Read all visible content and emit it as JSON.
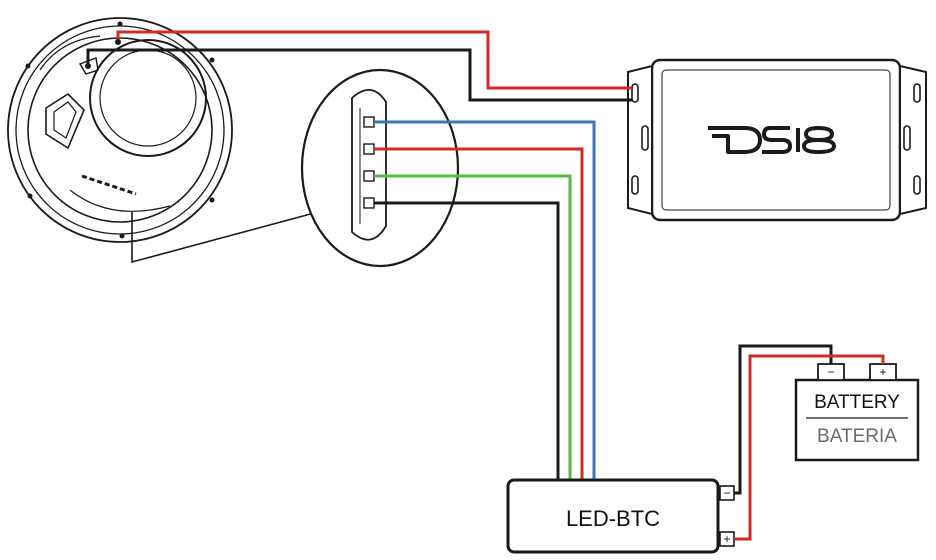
{
  "brand_logo": "DS18",
  "controller": {
    "label": "LED-BTC",
    "neg_symbol": "−",
    "pos_symbol": "+"
  },
  "battery": {
    "label_en": "BATTERY",
    "label_es": "BATERIA",
    "neg_symbol": "−",
    "pos_symbol": "+"
  },
  "wires": {
    "power_positive": "#d42a27",
    "ground": "#1a1a1a",
    "led_blue": "#3d74b5",
    "led_red": "#d42a27",
    "led_green": "#58b848",
    "led_black": "#1a1a1a"
  }
}
